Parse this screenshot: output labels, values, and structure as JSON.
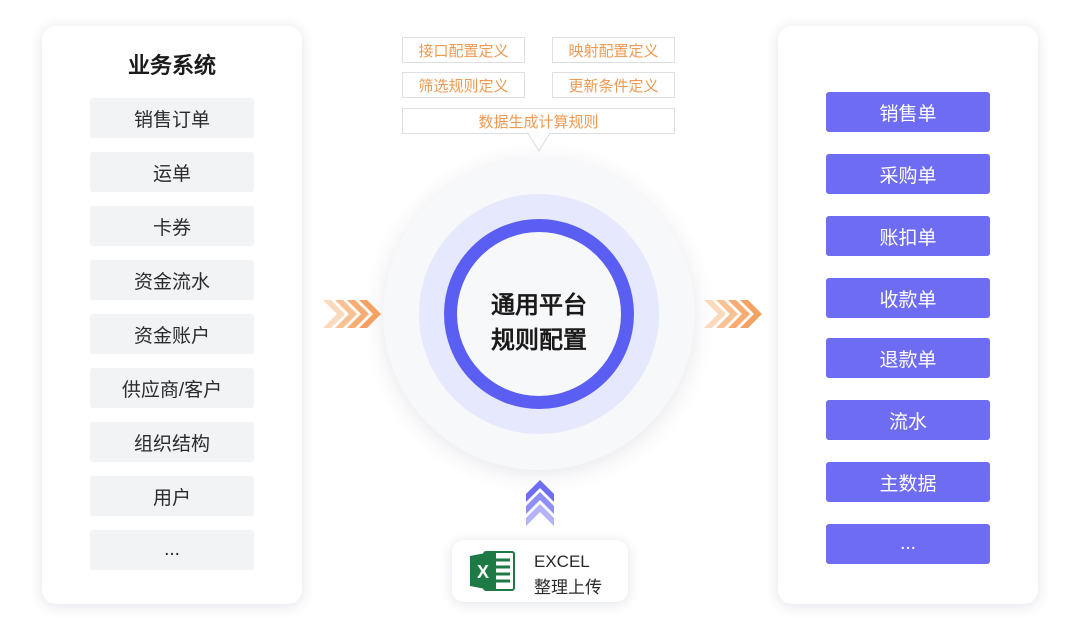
{
  "left_panel": {
    "title": "业务系统",
    "items": [
      "销售订单",
      "运单",
      "卡券",
      "资金流水",
      "资金账户",
      "供应商/客户",
      "组织结构",
      "用户",
      "..."
    ]
  },
  "config_tags": {
    "interface": "接口配置定义",
    "mapping": "映射配置定义",
    "filter": "筛选规则定义",
    "update": "更新条件定义",
    "calc": "数据生成计算规则"
  },
  "center": {
    "line1": "通用平台",
    "line2": "规则配置"
  },
  "excel": {
    "line1": "EXCEL",
    "line2": "整理上传"
  },
  "right_panel": {
    "items": [
      "销售单",
      "采购单",
      "账扣单",
      "收款单",
      "退款单",
      "流水",
      "主数据",
      "..."
    ]
  },
  "colors": {
    "accent": "#6e6cf3",
    "ring": "#5b5ef3",
    "tag_text": "#ef9a52",
    "arrow_orange": "#f4a163",
    "arrow_purple": "#6e6cf3",
    "excel_green": "#1e7a45"
  }
}
